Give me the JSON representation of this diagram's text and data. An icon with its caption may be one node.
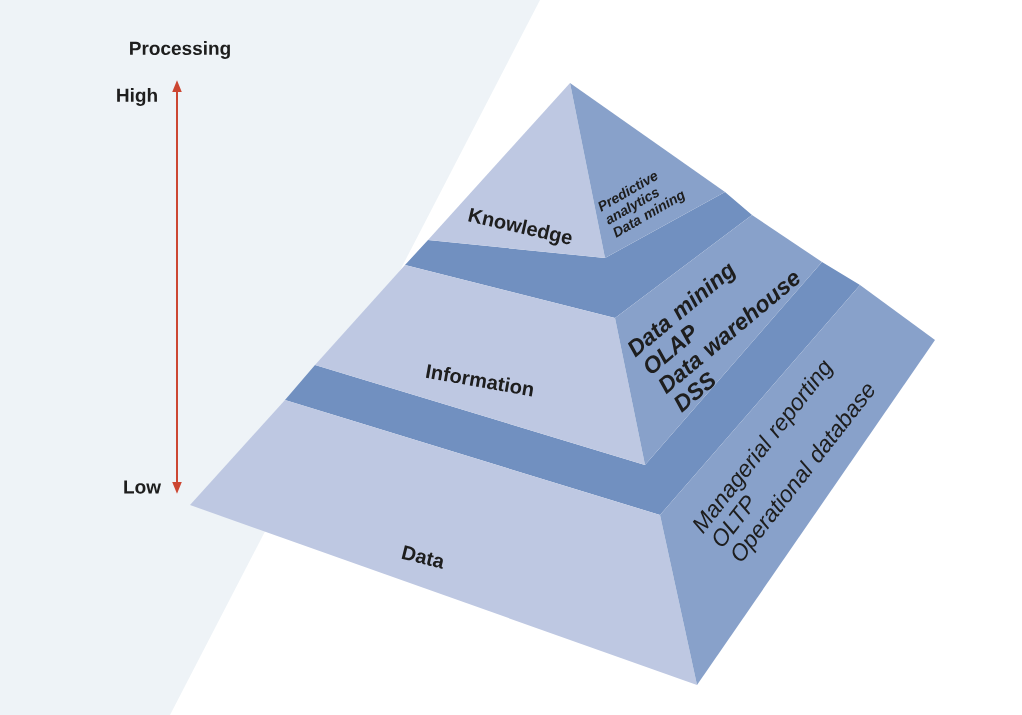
{
  "diagram": {
    "nodes": [
      {
        "text": [
          "Knowledge"
        ]
      },
      {
        "text": [
          "Predictive analytics",
          "Data mining"
        ]
      },
      {
        "text": [
          "Information"
        ]
      },
      {
        "text": [
          "Data mining",
          "OLAP",
          "Data warehouse",
          "DSS"
        ]
      },
      {
        "text": [
          "Data"
        ]
      },
      {
        "text": [
          "Managerial reporting",
          "OLTP",
          "Operational database"
        ]
      }
    ],
    "labels": [
      "Processing",
      "High",
      "Low"
    ]
  }
}
